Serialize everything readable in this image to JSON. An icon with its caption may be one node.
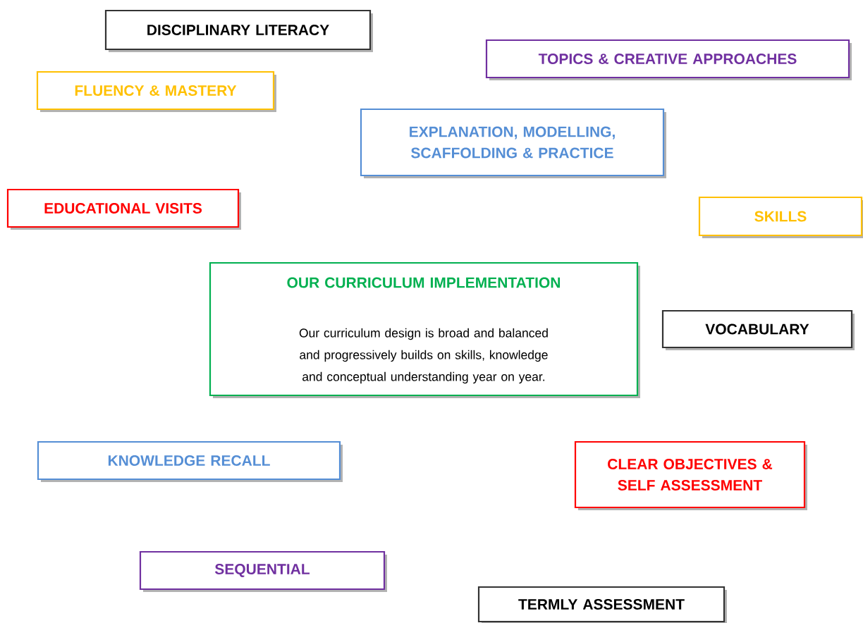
{
  "diagram": {
    "nodes": [
      {
        "text": [
          "DISCIPLINARY LITERACY"
        ]
      },
      {
        "text": [
          "TOPICS & CREATIVE APPROACHES"
        ]
      },
      {
        "text": [
          "FLUENCY & MASTERY"
        ]
      },
      {
        "text": [
          "EXPLANATION, MODELLING, SCAFFOLDING & PRACTICE"
        ]
      },
      {
        "text": [
          "EDUCATIONAL VISITS"
        ]
      },
      {
        "text": [
          "SKILLS"
        ]
      },
      {
        "text": [
          "OUR CURRICULUM IMPLEMENTATION",
          "Our curriculum design is broad and balanced and progressively builds on skills, knowledge and conceptual understanding year on year."
        ]
      },
      {
        "text": [
          "VOCABULARY"
        ]
      },
      {
        "text": [
          "KNOWLEDGE RECALL"
        ]
      },
      {
        "text": [
          "CLEAR OBJECTIVES & SELF ASSESSMENT"
        ]
      },
      {
        "text": [
          "SEQUENTIAL"
        ]
      },
      {
        "text": [
          "TERMLY ASSESSMENT"
        ]
      }
    ]
  }
}
